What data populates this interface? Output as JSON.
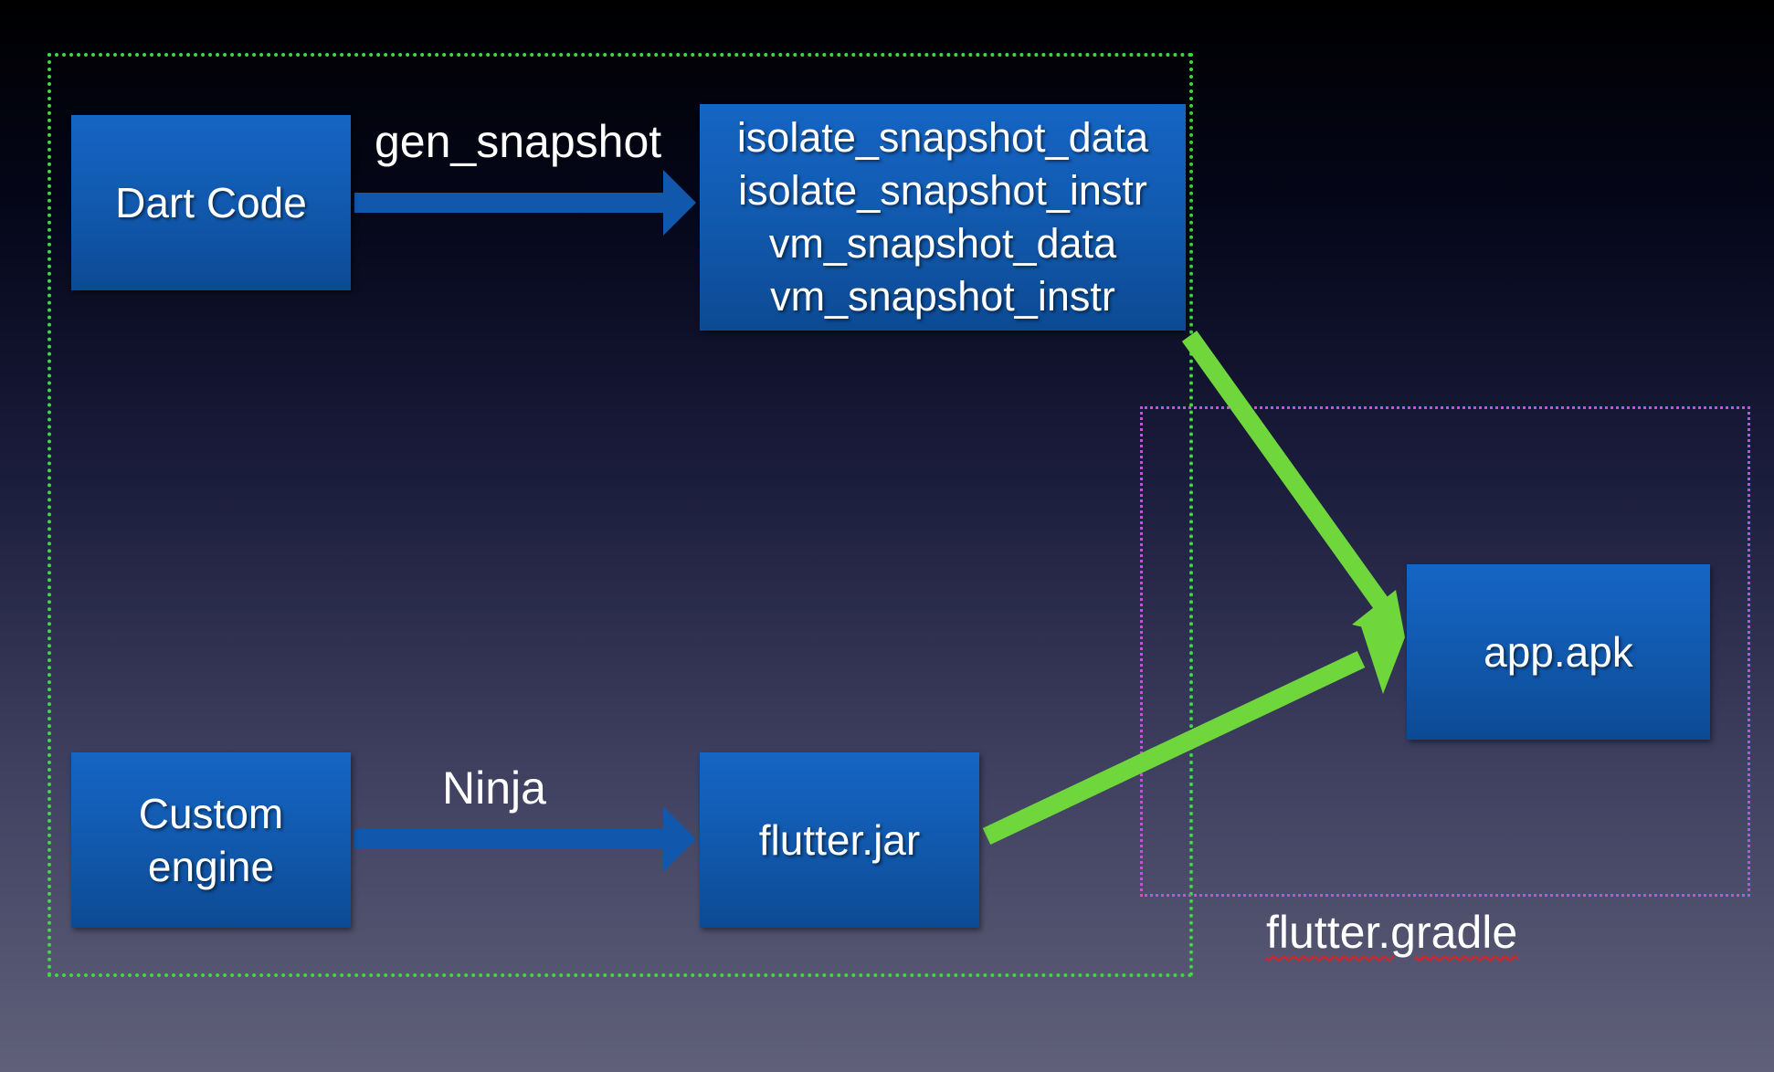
{
  "diagram": {
    "nodes": {
      "dart_code": {
        "lines": [
          "Dart Code"
        ]
      },
      "snapshot": {
        "lines": [
          "isolate_snapshot_data",
          "isolate_snapshot_instr",
          "vm_snapshot_data",
          "vm_snapshot_instr"
        ]
      },
      "custom_engine": {
        "lines": [
          "Custom",
          "engine"
        ]
      },
      "flutter_jar": {
        "lines": [
          "flutter.jar"
        ]
      },
      "app_apk": {
        "lines": [
          "app.apk"
        ]
      }
    },
    "edge_labels": {
      "gen_snapshot": "gen_snapshot",
      "ninja": "Ninja"
    },
    "group_labels": {
      "flutter_gradle": "flutter.gradle"
    },
    "edges": [
      {
        "from": "dart_code",
        "to": "snapshot",
        "label": "gen_snapshot",
        "color": "#1158ac"
      },
      {
        "from": "custom_engine",
        "to": "flutter_jar",
        "label": "Ninja",
        "color": "#1158ac"
      },
      {
        "from": "snapshot",
        "to": "app_apk",
        "color": "#6fd63c"
      },
      {
        "from": "flutter_jar",
        "to": "app_apk",
        "color": "#6fd63c"
      }
    ],
    "colors": {
      "box": "#1158ac",
      "green_group_border": "#3fd83f",
      "magenta_group_border": "#d648d6",
      "green_arrow": "#6fd63c",
      "blue_arrow": "#1158ac"
    }
  }
}
